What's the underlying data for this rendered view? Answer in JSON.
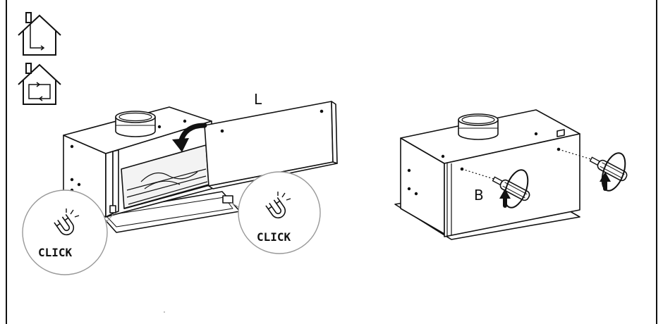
{
  "panel_label": "L",
  "screw_label": "B",
  "click_left": "CLICK",
  "click_right": "CLICK",
  "icons": {
    "house_top": "house-vertical-duct-icon",
    "house_bottom": "house-recirculation-icon",
    "magnet": "magnet-icon",
    "arrow": "rotate-arrow-icon",
    "screwdriver": "screwdriver-icon"
  },
  "colors": {
    "line": "#111111",
    "background": "#ffffff"
  }
}
